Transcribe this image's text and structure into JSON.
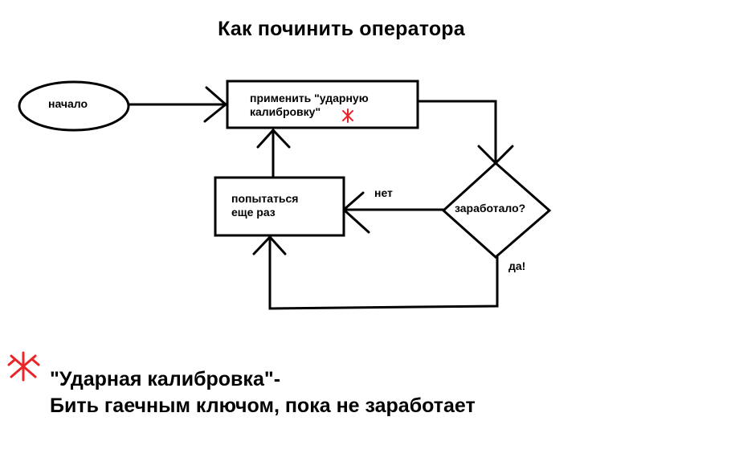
{
  "title": "Как починить оператора",
  "nodes": {
    "start": "начало",
    "apply_line1": "применить \"ударную",
    "apply_line2": "калибровку\"",
    "retry_line1": "попытаться",
    "retry_line2": "еще раз",
    "decision": "заработало?"
  },
  "edges": {
    "no": "нет",
    "yes": "да!"
  },
  "footnote": {
    "line1": "\"Ударная калибровка\"-",
    "line2": "Бить гаечным ключом, пока не заработает"
  },
  "colors": {
    "stroke": "#000000",
    "accent": "#e8262a"
  }
}
